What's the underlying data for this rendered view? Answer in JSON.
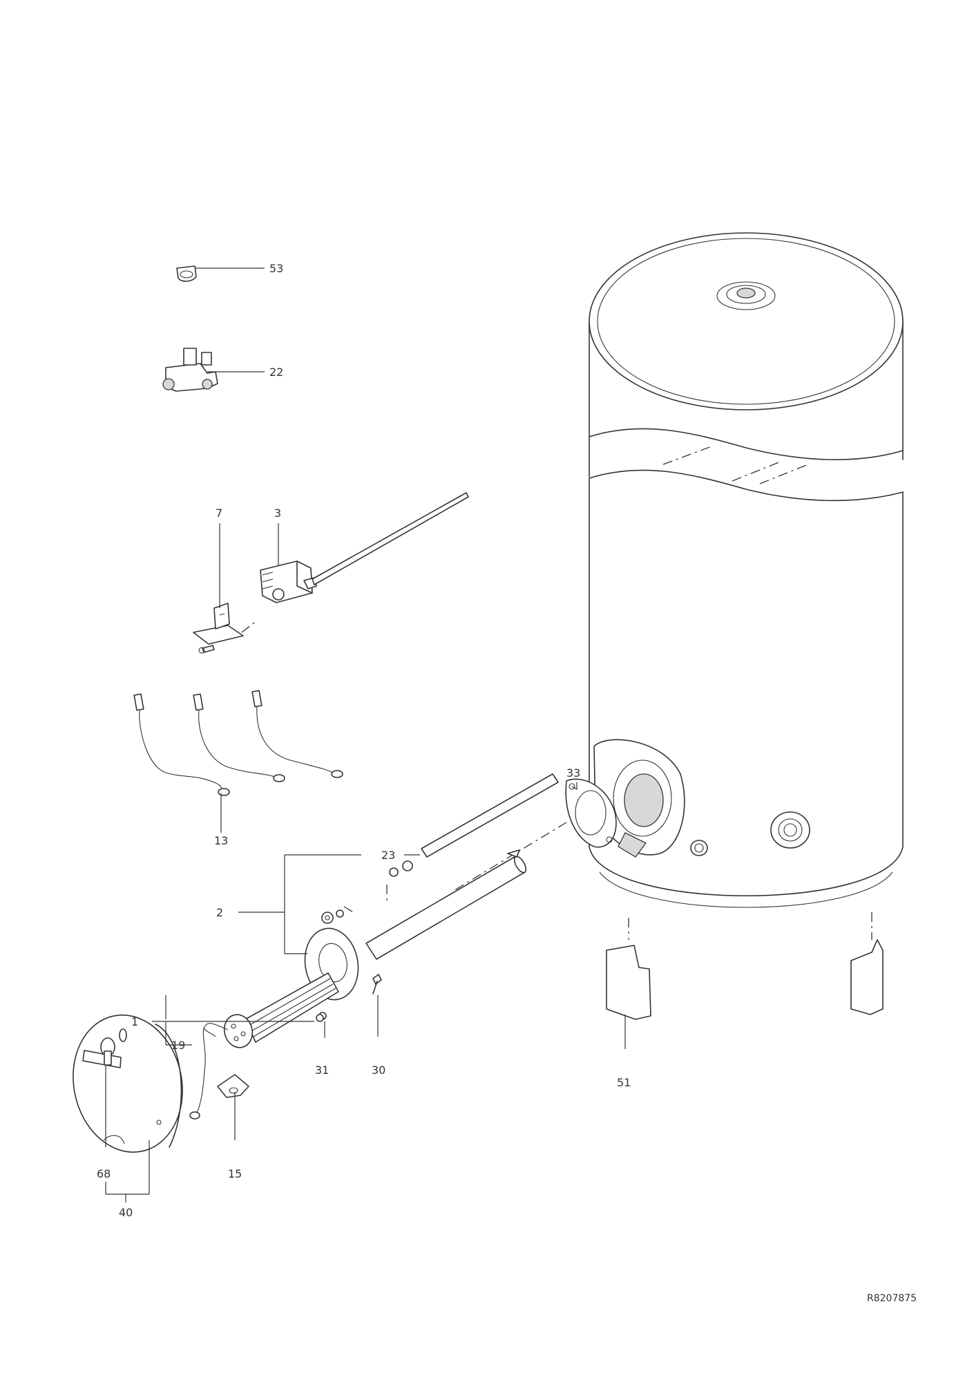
{
  "callouts": {
    "c53": "53",
    "c22": "22",
    "c7": "7",
    "c3": "3",
    "c13": "13",
    "c33": "33",
    "c23": "23",
    "c2": "2",
    "c1": "1",
    "c19": "19",
    "c31": "31",
    "c30": "30",
    "c51": "51",
    "c15": "15",
    "c68": "68",
    "c40": "40"
  },
  "drawing_ref": "R8207875"
}
